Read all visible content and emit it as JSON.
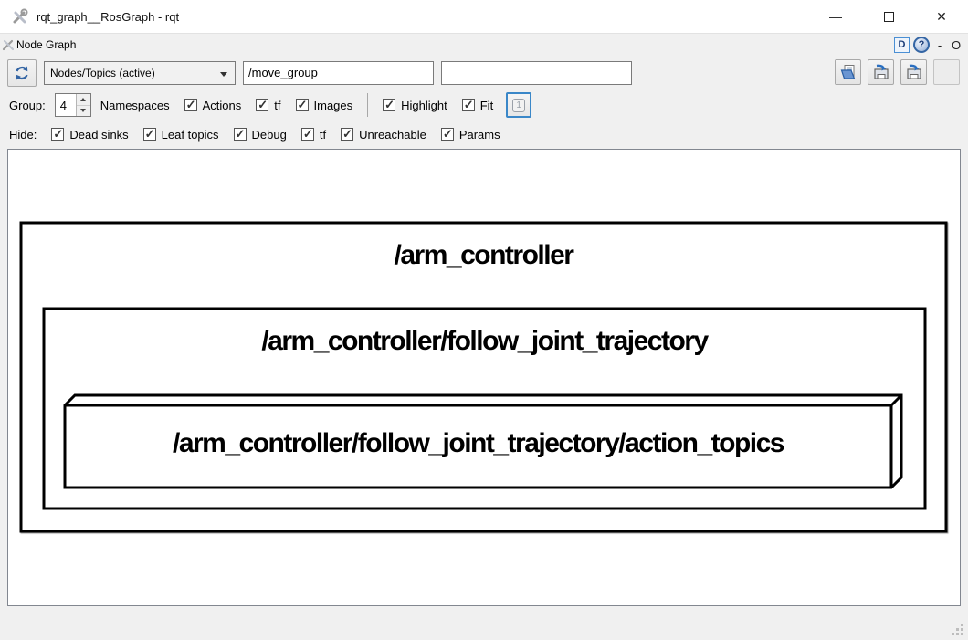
{
  "window": {
    "title": "rqt_graph__RosGraph - rqt",
    "minimize_glyph": "—",
    "close_glyph": "✕"
  },
  "plugin": {
    "title": "Node Graph",
    "dock_glyph": "D",
    "help_glyph": "?",
    "minimize_glyph": "-",
    "close_glyph": "O"
  },
  "toolbar": {
    "graph_type_selected": "Nodes/Topics (active)",
    "node_filter_value": "/move_group",
    "topic_filter_value": ""
  },
  "options": {
    "group_label": "Group:",
    "group_value": "4",
    "namespaces_label": "Namespaces",
    "checkboxes": [
      {
        "label": "Actions",
        "checked": true
      },
      {
        "label": "tf",
        "checked": true
      },
      {
        "label": "Images",
        "checked": true
      },
      {
        "label": "Highlight",
        "checked": true
      },
      {
        "label": "Fit",
        "checked": true
      }
    ]
  },
  "hide": {
    "label": "Hide:",
    "checkboxes": [
      {
        "label": "Dead sinks",
        "checked": true
      },
      {
        "label": "Leaf topics",
        "checked": true
      },
      {
        "label": "Debug",
        "checked": true
      },
      {
        "label": "tf",
        "checked": true
      },
      {
        "label": "Unreachable",
        "checked": true
      },
      {
        "label": "Params",
        "checked": true
      }
    ]
  },
  "graph": {
    "outer_cluster_label": "/arm_controller",
    "middle_cluster_label": "/arm_controller/follow_joint_trajectory",
    "node_label": "/arm_controller/follow_joint_trajectory/action_topics"
  },
  "colors": {
    "icon_blue": "#3465a4",
    "focus_blue": "#3a87c8",
    "view_border": "#828790"
  }
}
